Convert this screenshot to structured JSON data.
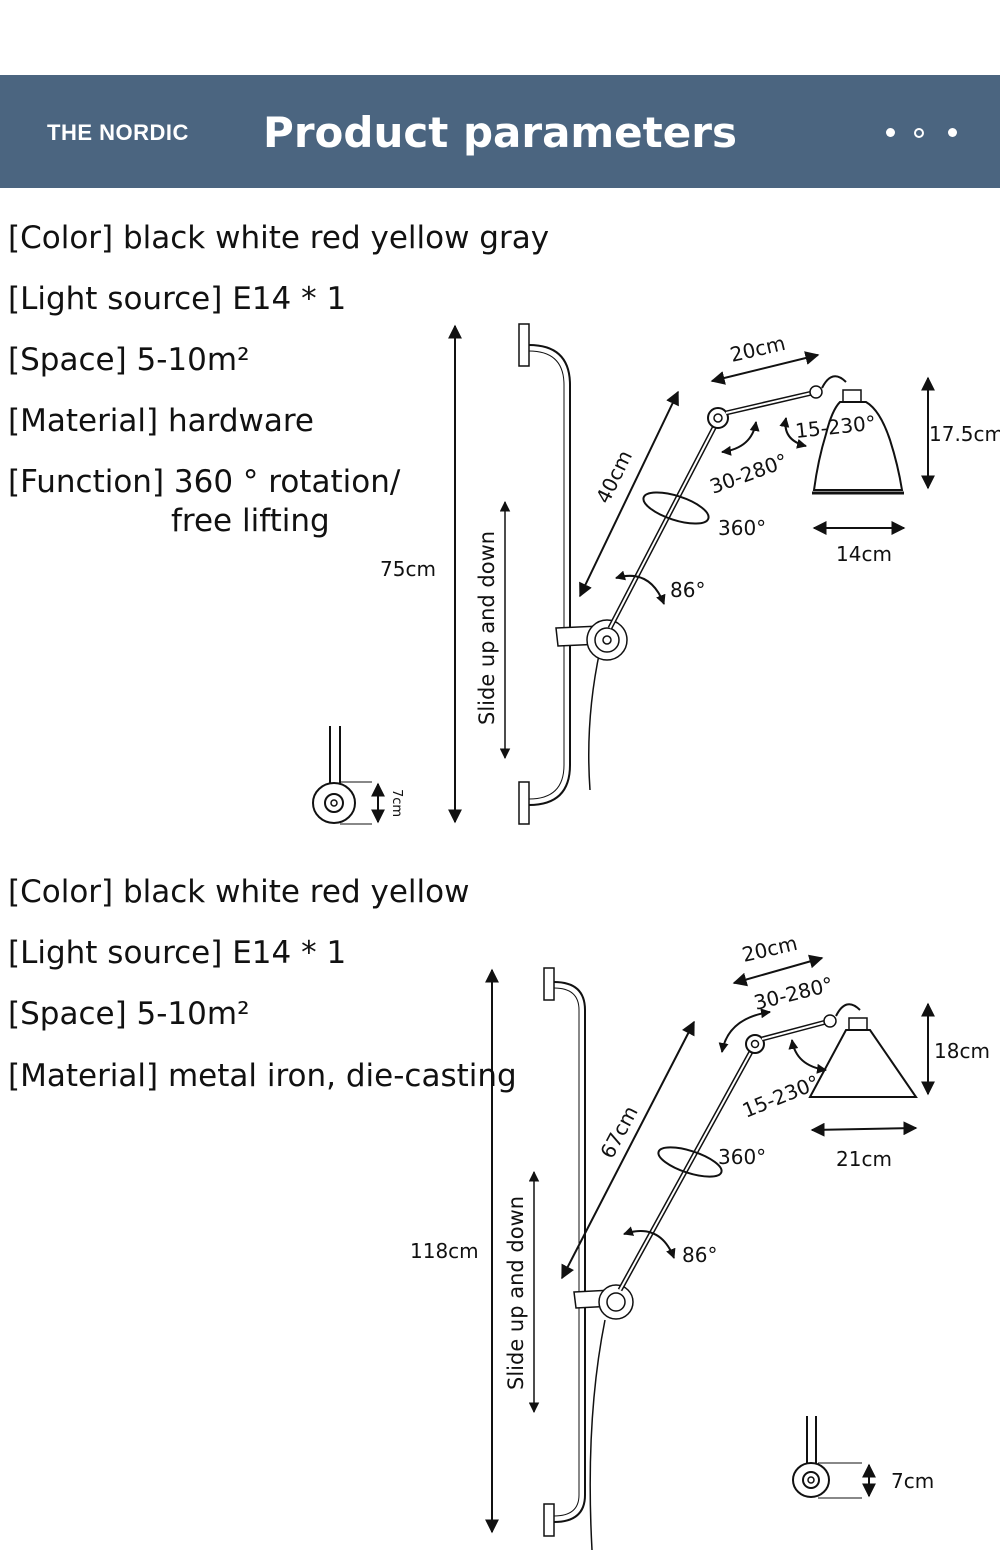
{
  "header": {
    "brand": "THE NORDIC",
    "title": "Product parameters"
  },
  "spec1": {
    "color": "[Color] black white red yellow gray",
    "light_source": "[Light source] E14 * 1",
    "space": "[Space] 5-10m²",
    "material": "[Material] hardware",
    "function_line1": "[Function] 360 ° rotation/",
    "function_line2": "free lifting"
  },
  "spec2": {
    "color": "[Color] black white red yellow",
    "light_source": "[Light source] E14 * 1",
    "space": "[Space] 5-10m²",
    "material": "[Material] metal iron, die-casting"
  },
  "diagram1": {
    "total_height": "75cm",
    "slide": "Slide up and down",
    "arm_upper": "20cm",
    "arm_lower": "40cm",
    "shade_height": "17.5cm",
    "shade_width": "14cm",
    "angle_shade": "15-230°",
    "angle_joint": "30-280°",
    "rotation": "360°",
    "angle_base": "86°",
    "mount": "7cm"
  },
  "diagram2": {
    "total_height": "118cm",
    "slide": "Slide up and down",
    "arm_upper": "20cm",
    "arm_lower": "67cm",
    "shade_height": "18cm",
    "shade_width": "21cm",
    "angle_shade": "15-230°",
    "angle_joint": "30-280°",
    "rotation": "360°",
    "angle_base": "86°",
    "mount": "7cm"
  }
}
